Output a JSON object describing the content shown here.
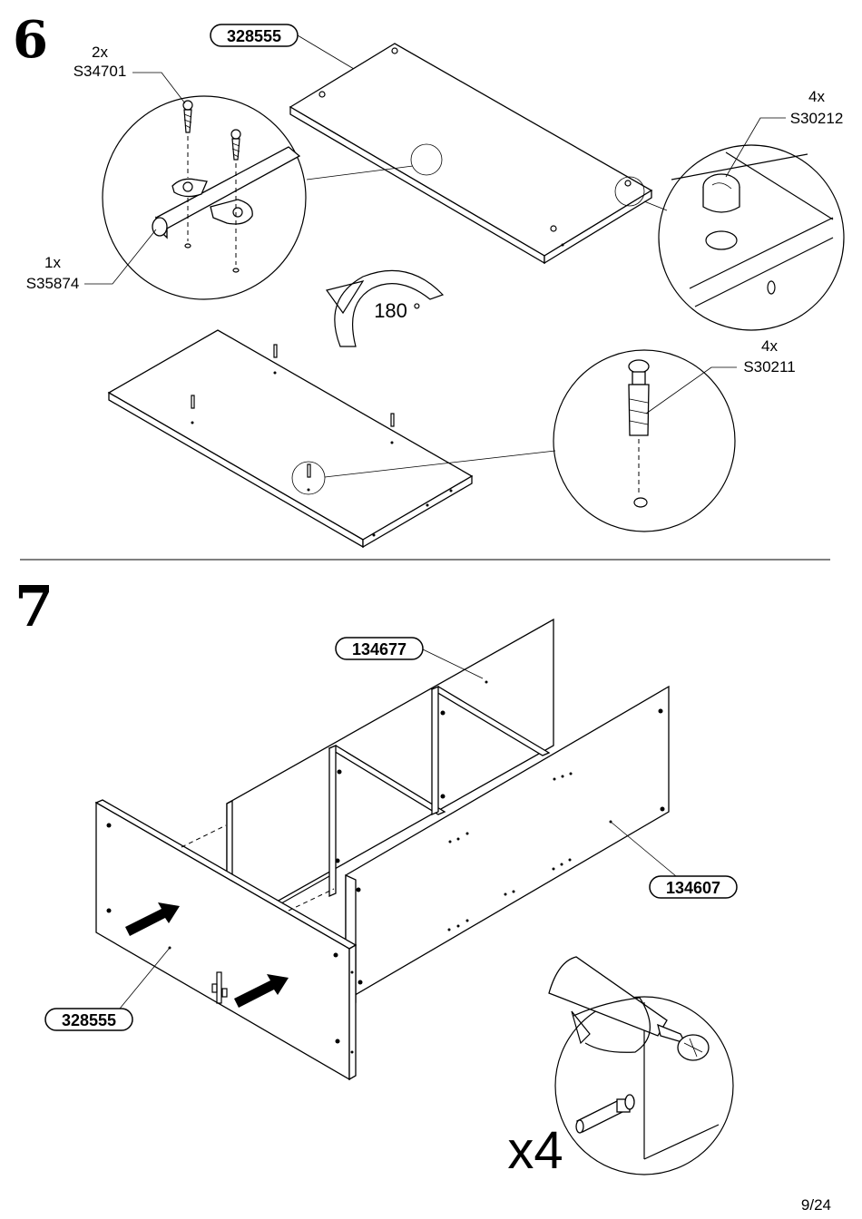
{
  "steps": [
    {
      "number": "6",
      "panel_label": "328555",
      "parts": [
        {
          "qty": "2x",
          "code": "S34701"
        },
        {
          "qty": "1x",
          "code": "S35874"
        },
        {
          "qty": "4x",
          "code": "S30212"
        },
        {
          "qty": "4x",
          "code": "S30211"
        }
      ],
      "rotation_label": "180 °"
    },
    {
      "number": "7",
      "panel_labels": [
        "134677",
        "134607",
        "328555"
      ],
      "repeat_label": "x4"
    }
  ],
  "footer": {
    "page": "9/24"
  },
  "colors": {
    "line": "#000000",
    "background": "#ffffff",
    "arrow_fill": "#000000"
  },
  "icons": [
    "screw-icon",
    "cam-bolt-icon",
    "cam-lock-icon",
    "dowel-icon",
    "screwdriver-icon",
    "rotate-arrow-icon",
    "push-arrow-icon"
  ]
}
